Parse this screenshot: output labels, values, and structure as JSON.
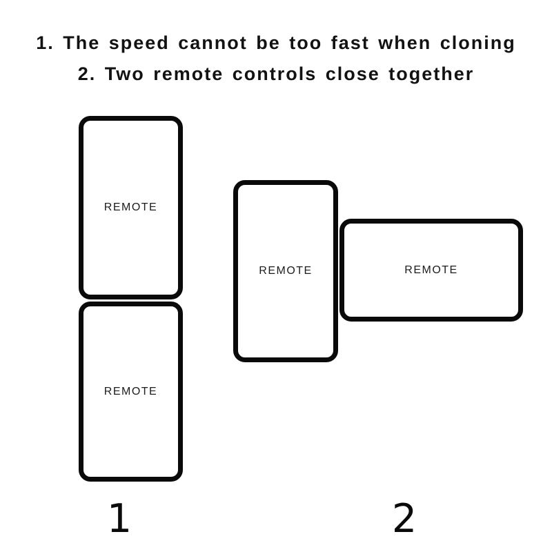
{
  "title": {
    "line1": "1. The speed cannot be too fast when cloning",
    "line2": "2. Two remote controls close together"
  },
  "figure1": {
    "number_label": "1",
    "cards": [
      {
        "text": "REMOTE",
        "orientation": "vertical"
      },
      {
        "text": "REMOTE",
        "orientation": "vertical"
      }
    ]
  },
  "figure2": {
    "number_label": "2",
    "cards": [
      {
        "text": "REMOTE",
        "orientation": "vertical"
      },
      {
        "text": "REMOTE",
        "orientation": "horizontal"
      }
    ]
  },
  "colors": {
    "background": "#ffffff",
    "ink": "#0a0a0a",
    "label_text": "#1c1c1c"
  }
}
